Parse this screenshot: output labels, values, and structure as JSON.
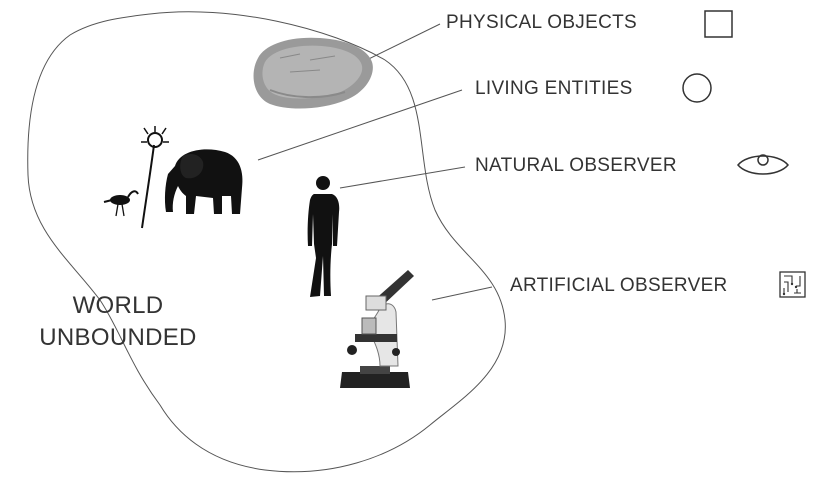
{
  "labels": {
    "physical_objects": "PHYSICAL OBJECTS",
    "living_entities": "LIVING ENTITIES",
    "natural_observer": "NATURAL OBSERVER",
    "artificial_observer": "ARTIFICIAL OBSERVER"
  },
  "world": {
    "line1": "WORLD",
    "line2": "UNBOUNDED"
  },
  "icons": {
    "physical_objects": "square-icon",
    "living_entities": "circle-icon",
    "natural_observer": "eye-icon",
    "artificial_observer": "circuit-icon"
  },
  "colors": {
    "text": "#333333",
    "line": "#555555",
    "silhouette": "#111111"
  }
}
